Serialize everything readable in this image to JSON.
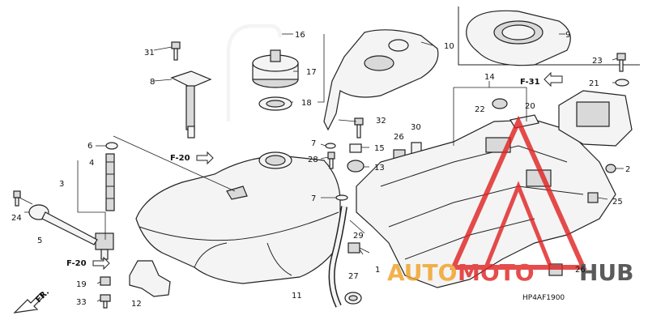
{
  "drawing_code": "HP4AF1900",
  "part_numbers": [
    "1",
    "2",
    "3",
    "4",
    "5",
    "6",
    "7",
    "8",
    "9",
    "10",
    "11",
    "12",
    "13",
    "14",
    "15",
    "16",
    "17",
    "18",
    "19",
    "20",
    "21",
    "22",
    "23",
    "24",
    "25",
    "26",
    "27",
    "28",
    "29",
    "30",
    "31",
    "32",
    "33"
  ],
  "section_refs": [
    "F-20",
    "F-20",
    "F-31"
  ],
  "front_marker": "FR.",
  "watermark": {
    "text_left": "AUTO",
    "text_mid": "MOTO",
    "text_right": "HUB",
    "color_left": "#f0a020",
    "color_mid": "#e02020",
    "color_right": "#333333",
    "triangle_color": "#e02020"
  }
}
